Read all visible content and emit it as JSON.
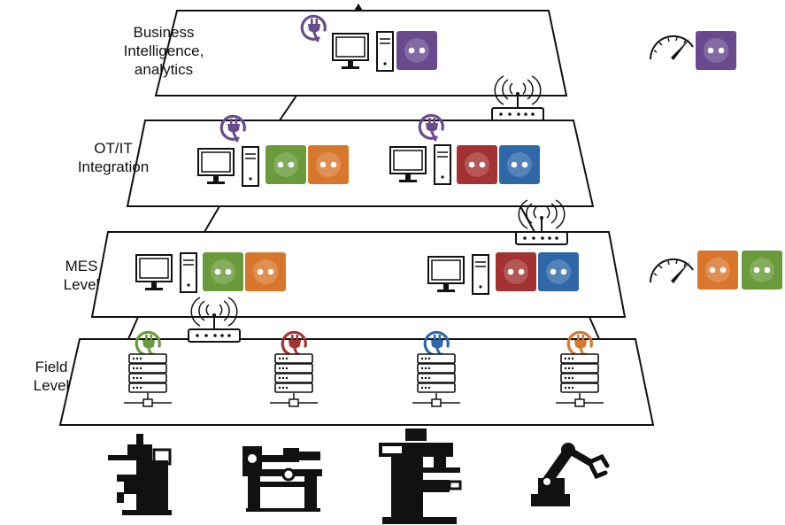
{
  "levels": [
    {
      "id": "bi",
      "label_lines": [
        "Business",
        "Intelligence,",
        "analytics"
      ]
    },
    {
      "id": "otit",
      "label_lines": [
        "OT/IT",
        "Integration"
      ]
    },
    {
      "id": "mes",
      "label_lines": [
        "MES",
        "Level"
      ]
    },
    {
      "id": "field",
      "label_lines": [
        "Field",
        "Level"
      ]
    }
  ],
  "colors": {
    "purple": "#6a4a8f",
    "green": "#6a9a3a",
    "orange": "#d8772b",
    "red": "#a33232",
    "blue": "#2e68a8",
    "outline": "#111111"
  },
  "icons": {
    "workstation": "computer-tower-icon",
    "outlet": "power-outlet-icon",
    "plug": "power-plug-icon",
    "router": "wifi-router-icon",
    "server": "server-rack-icon",
    "speed": "speedometer-icon",
    "machines": [
      "milling-machine-icon",
      "lathe-icon",
      "cnc-mill-icon",
      "robot-arm-icon"
    ]
  },
  "sockets": {
    "bi": [
      "purple"
    ],
    "otit_left": [
      "green",
      "orange"
    ],
    "otit_right": [
      "red",
      "blue"
    ],
    "mes_left": [
      "green",
      "orange"
    ],
    "mes_right": [
      "red",
      "blue"
    ],
    "side_bi": [
      "purple"
    ],
    "side_mes": [
      "orange",
      "green"
    ]
  },
  "plugs": {
    "bi": "purple",
    "otit": [
      "purple",
      "purple"
    ],
    "field": [
      "green",
      "red",
      "blue",
      "orange"
    ]
  }
}
